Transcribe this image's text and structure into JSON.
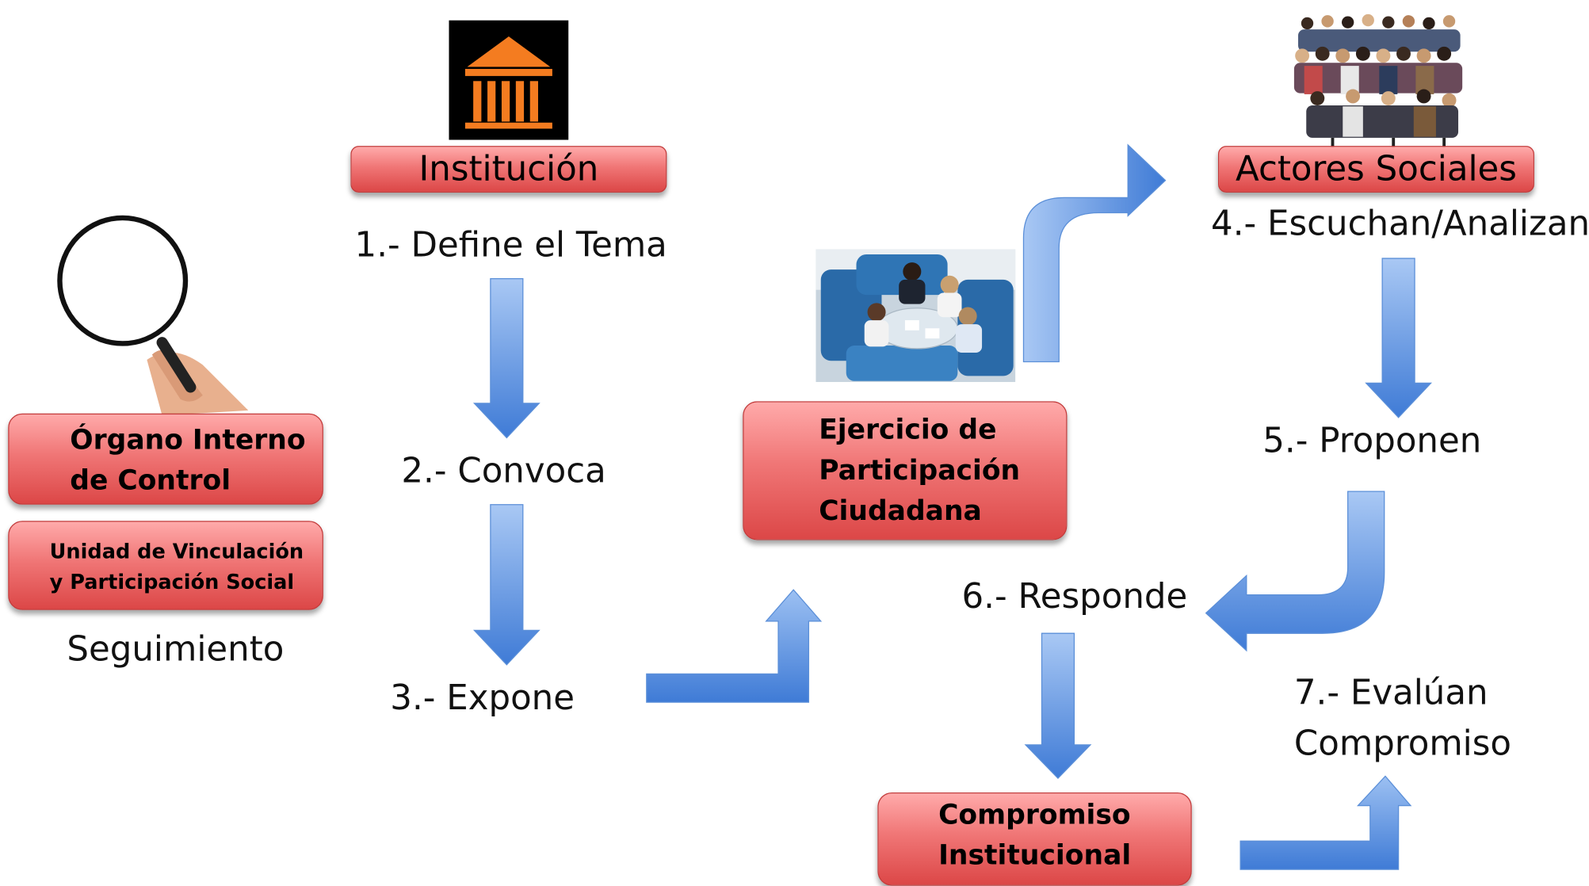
{
  "institucion": {
    "label": "Institución",
    "icon": "government-building-icon"
  },
  "actores": {
    "label": "Actores Sociales",
    "icon": "crowd-of-people-image"
  },
  "steps": {
    "s1": "1.- Define el Tema",
    "s2": "2.- Convoca",
    "s3": "3.- Expone",
    "s4": "4.- Escuchan/Analizan",
    "s5": "5.- Proponen",
    "s6": "6.- Responde",
    "s7_line1": "7.- Evalúan",
    "s7_line2": "Compromiso"
  },
  "organo": {
    "line1": "Órgano Interno",
    "line2": "de Control",
    "icon": "magnifying-glass-icon"
  },
  "unidad": {
    "line1": "Unidad de Vinculación",
    "line2": "y Participación Social"
  },
  "seguimiento": "Seguimiento",
  "ejercicio": {
    "line1": "Ejercicio de",
    "line2": "Participación",
    "line3": "Ciudadana",
    "icon": "meeting-photo"
  },
  "compromiso": {
    "line1": "Compromiso",
    "line2": "Institucional"
  },
  "colors": {
    "box_red": "#e85c5c",
    "arrow_blue": "#4a86d8",
    "icon_orange": "#f47c20"
  }
}
